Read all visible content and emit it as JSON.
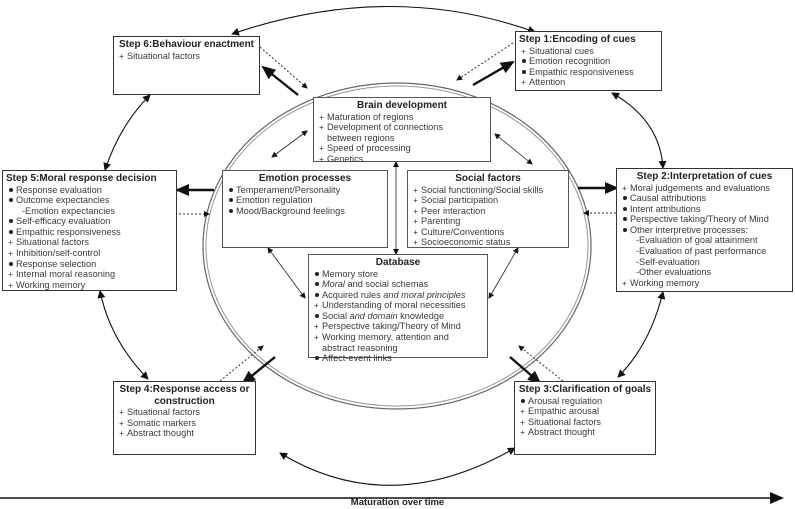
{
  "diagram": {
    "axis_label": "Maturation over time",
    "steps": [
      {
        "id": "step6",
        "title": "Step 6:Behaviour enactment",
        "items": [
          {
            "mark": "plus",
            "text": "Situational factors"
          }
        ]
      },
      {
        "id": "step1",
        "title": "Step 1:Encoding of cues",
        "items": [
          {
            "mark": "plus",
            "text": "Situational cues"
          },
          {
            "mark": "dot",
            "text": "Emotion recognition"
          },
          {
            "mark": "dot",
            "text": "Empathic responsiveness"
          },
          {
            "mark": "plus",
            "text": "Attention"
          }
        ]
      },
      {
        "id": "step5",
        "title": "Step 5:Moral response decision",
        "items": [
          {
            "mark": "dot",
            "text": "Response evaluation"
          },
          {
            "mark": "dot",
            "text": "Outcome expectancies"
          },
          {
            "mark": "sub",
            "text": "-Emotion expectancies"
          },
          {
            "mark": "dot",
            "text": "Self-efficacy evaluation"
          },
          {
            "mark": "dot",
            "text": "Empathic responsiveness"
          },
          {
            "mark": "plus",
            "text": "Situational factors"
          },
          {
            "mark": "plus",
            "text": "Inhibition/self-control"
          },
          {
            "mark": "dot",
            "text": "Response selection"
          },
          {
            "mark": "plus",
            "text": "Internal moral reasoning"
          },
          {
            "mark": "plus",
            "text": "Working memory"
          }
        ]
      },
      {
        "id": "step2",
        "title": "Step 2:Interpretation of cues",
        "items": [
          {
            "mark": "plus",
            "text": "Moral judgements and evaluations"
          },
          {
            "mark": "dot",
            "text": "Causal attributions"
          },
          {
            "mark": "dot",
            "text": "Intent attributions"
          },
          {
            "mark": "dot",
            "text": "Perspective taking/Theory of Mind"
          },
          {
            "mark": "dot",
            "text": "Other interpretive processes:"
          },
          {
            "mark": "sub",
            "text": "-Evaluation of goal attainment"
          },
          {
            "mark": "sub",
            "text": "-Evaluation of past performance"
          },
          {
            "mark": "sub",
            "text": "-Self-evaluation"
          },
          {
            "mark": "sub",
            "text": "-Other evaluations"
          },
          {
            "mark": "plus",
            "text": "Working memory"
          }
        ]
      },
      {
        "id": "step4",
        "title": "Step 4:Response access or construction",
        "items": [
          {
            "mark": "plus",
            "text": "Situational factors"
          },
          {
            "mark": "plus",
            "text": "Somatic markers"
          },
          {
            "mark": "plus",
            "text": "Abstract thought"
          }
        ]
      },
      {
        "id": "step3",
        "title": "Step 3:Clarification of goals",
        "items": [
          {
            "mark": "dot",
            "text": "Arousal regulation"
          },
          {
            "mark": "plus",
            "text": "Empathic arousal"
          },
          {
            "mark": "plus",
            "text": "Situational factors"
          },
          {
            "mark": "plus",
            "text": "Abstract thought"
          }
        ]
      }
    ],
    "inner": [
      {
        "id": "brain",
        "title": "Brain development",
        "items": [
          {
            "mark": "plus",
            "text": "Maturation of regions"
          },
          {
            "mark": "plus",
            "text": "Development of connections"
          },
          {
            "mark": "cont",
            "text": "between regions"
          },
          {
            "mark": "plus",
            "text": "Speed of processing"
          },
          {
            "mark": "plus",
            "text": "Genetics"
          }
        ]
      },
      {
        "id": "emotion",
        "title": "Emotion processes",
        "items": [
          {
            "mark": "dot",
            "text": "Temperament/Personality"
          },
          {
            "mark": "dot",
            "text": "Emotion regulation"
          },
          {
            "mark": "dot",
            "text": "Mood/Background feelings"
          }
        ]
      },
      {
        "id": "social",
        "title": "Social factors",
        "items": [
          {
            "mark": "plus",
            "text": "Social functioning/Social skills"
          },
          {
            "mark": "plus",
            "text": "Social participation"
          },
          {
            "mark": "plus",
            "text": "Peer interaction"
          },
          {
            "mark": "plus",
            "text": "Parenting"
          },
          {
            "mark": "plus",
            "text": "Culture/Conventions"
          },
          {
            "mark": "plus",
            "text": "Socioeconomic status"
          }
        ]
      },
      {
        "id": "database",
        "title": "Database",
        "items": [
          {
            "mark": "dot",
            "text": "Memory store"
          },
          {
            "mark": "dot",
            "parts": [
              {
                "t": "Moral",
                "i": true
              },
              {
                "t": " and social schemas",
                "i": false
              }
            ]
          },
          {
            "mark": "dot",
            "parts": [
              {
                "t": "Acquired rules ",
                "i": false
              },
              {
                "t": "and moral principles",
                "i": true
              }
            ]
          },
          {
            "mark": "plus",
            "text": "Understanding of moral necessities"
          },
          {
            "mark": "dot",
            "parts": [
              {
                "t": "Social ",
                "i": false
              },
              {
                "t": "and domain",
                "i": true
              },
              {
                "t": " knowledge",
                "i": false
              }
            ]
          },
          {
            "mark": "plus",
            "text": "Perspective taking/Theory of Mind"
          },
          {
            "mark": "plus",
            "text": "Working memory, attention and"
          },
          {
            "mark": "cont",
            "text": "abstract reasoning"
          },
          {
            "mark": "dot",
            "text": "Affect-event links"
          }
        ]
      }
    ]
  }
}
